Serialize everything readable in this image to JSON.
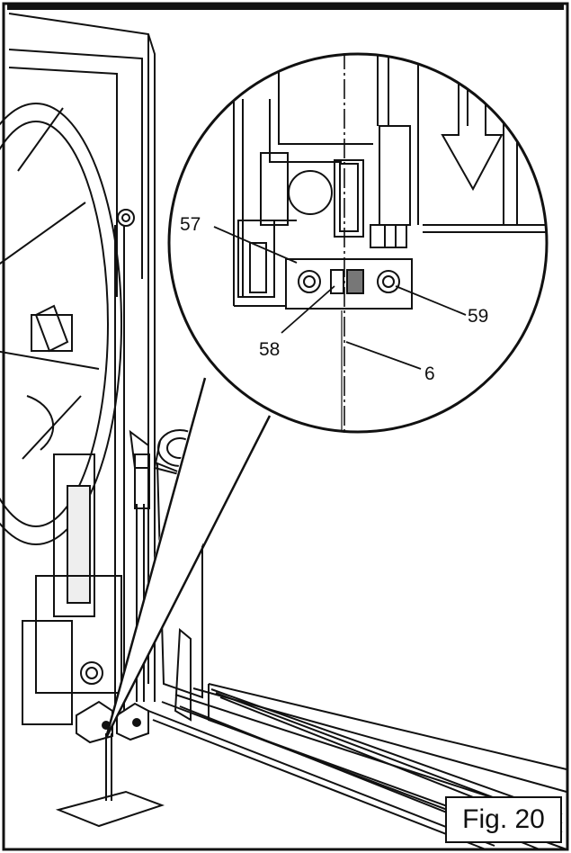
{
  "figure": {
    "caption": "Fig. 20",
    "callouts": {
      "guide_bracket": "57",
      "guide_block": "58",
      "set_screw": "59",
      "saw_blade": "6"
    }
  },
  "colors": {
    "line": "#111111",
    "paper": "#ffffff",
    "block_fill": "#777777"
  },
  "icons": {
    "direction_arrow": "blade-direction-arrow-icon"
  }
}
